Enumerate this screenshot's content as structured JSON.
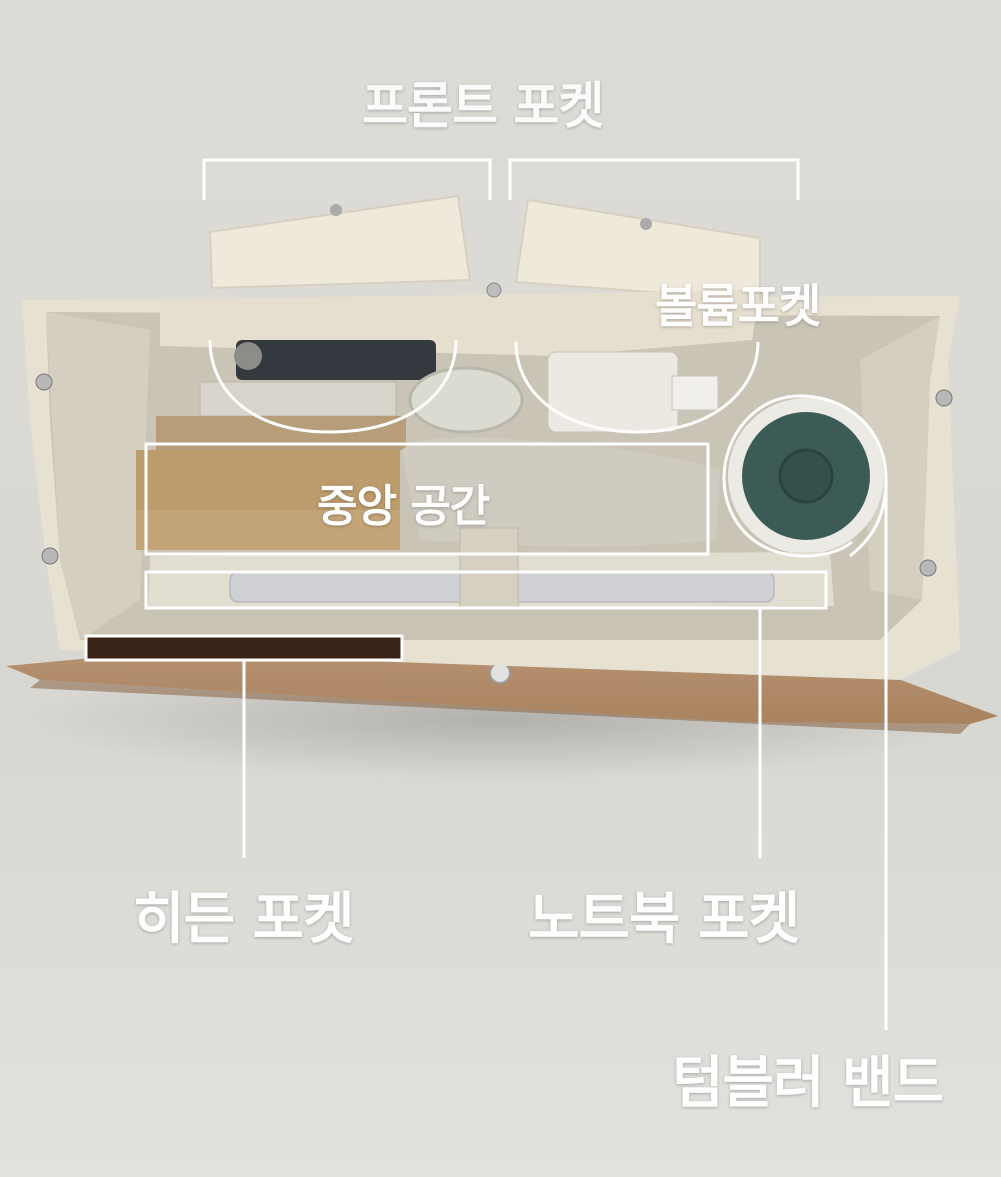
{
  "labels": {
    "front_pocket": "프론트 포켓",
    "volume_pocket": "볼륨포켓",
    "center_space": "중앙 공간",
    "hidden_pocket": "히든 포켓",
    "laptop_pocket": "노트북 포켓",
    "tumbler_band": "텀블러 밴드"
  },
  "colors": {
    "background": "#dcdbd6",
    "bag_interior": "#cbc6b9",
    "bag_flap": "#b08b6a",
    "pocket_cream": "#ece6d8",
    "tumbler": "#3b5a55",
    "annotation": "#ffffff"
  }
}
